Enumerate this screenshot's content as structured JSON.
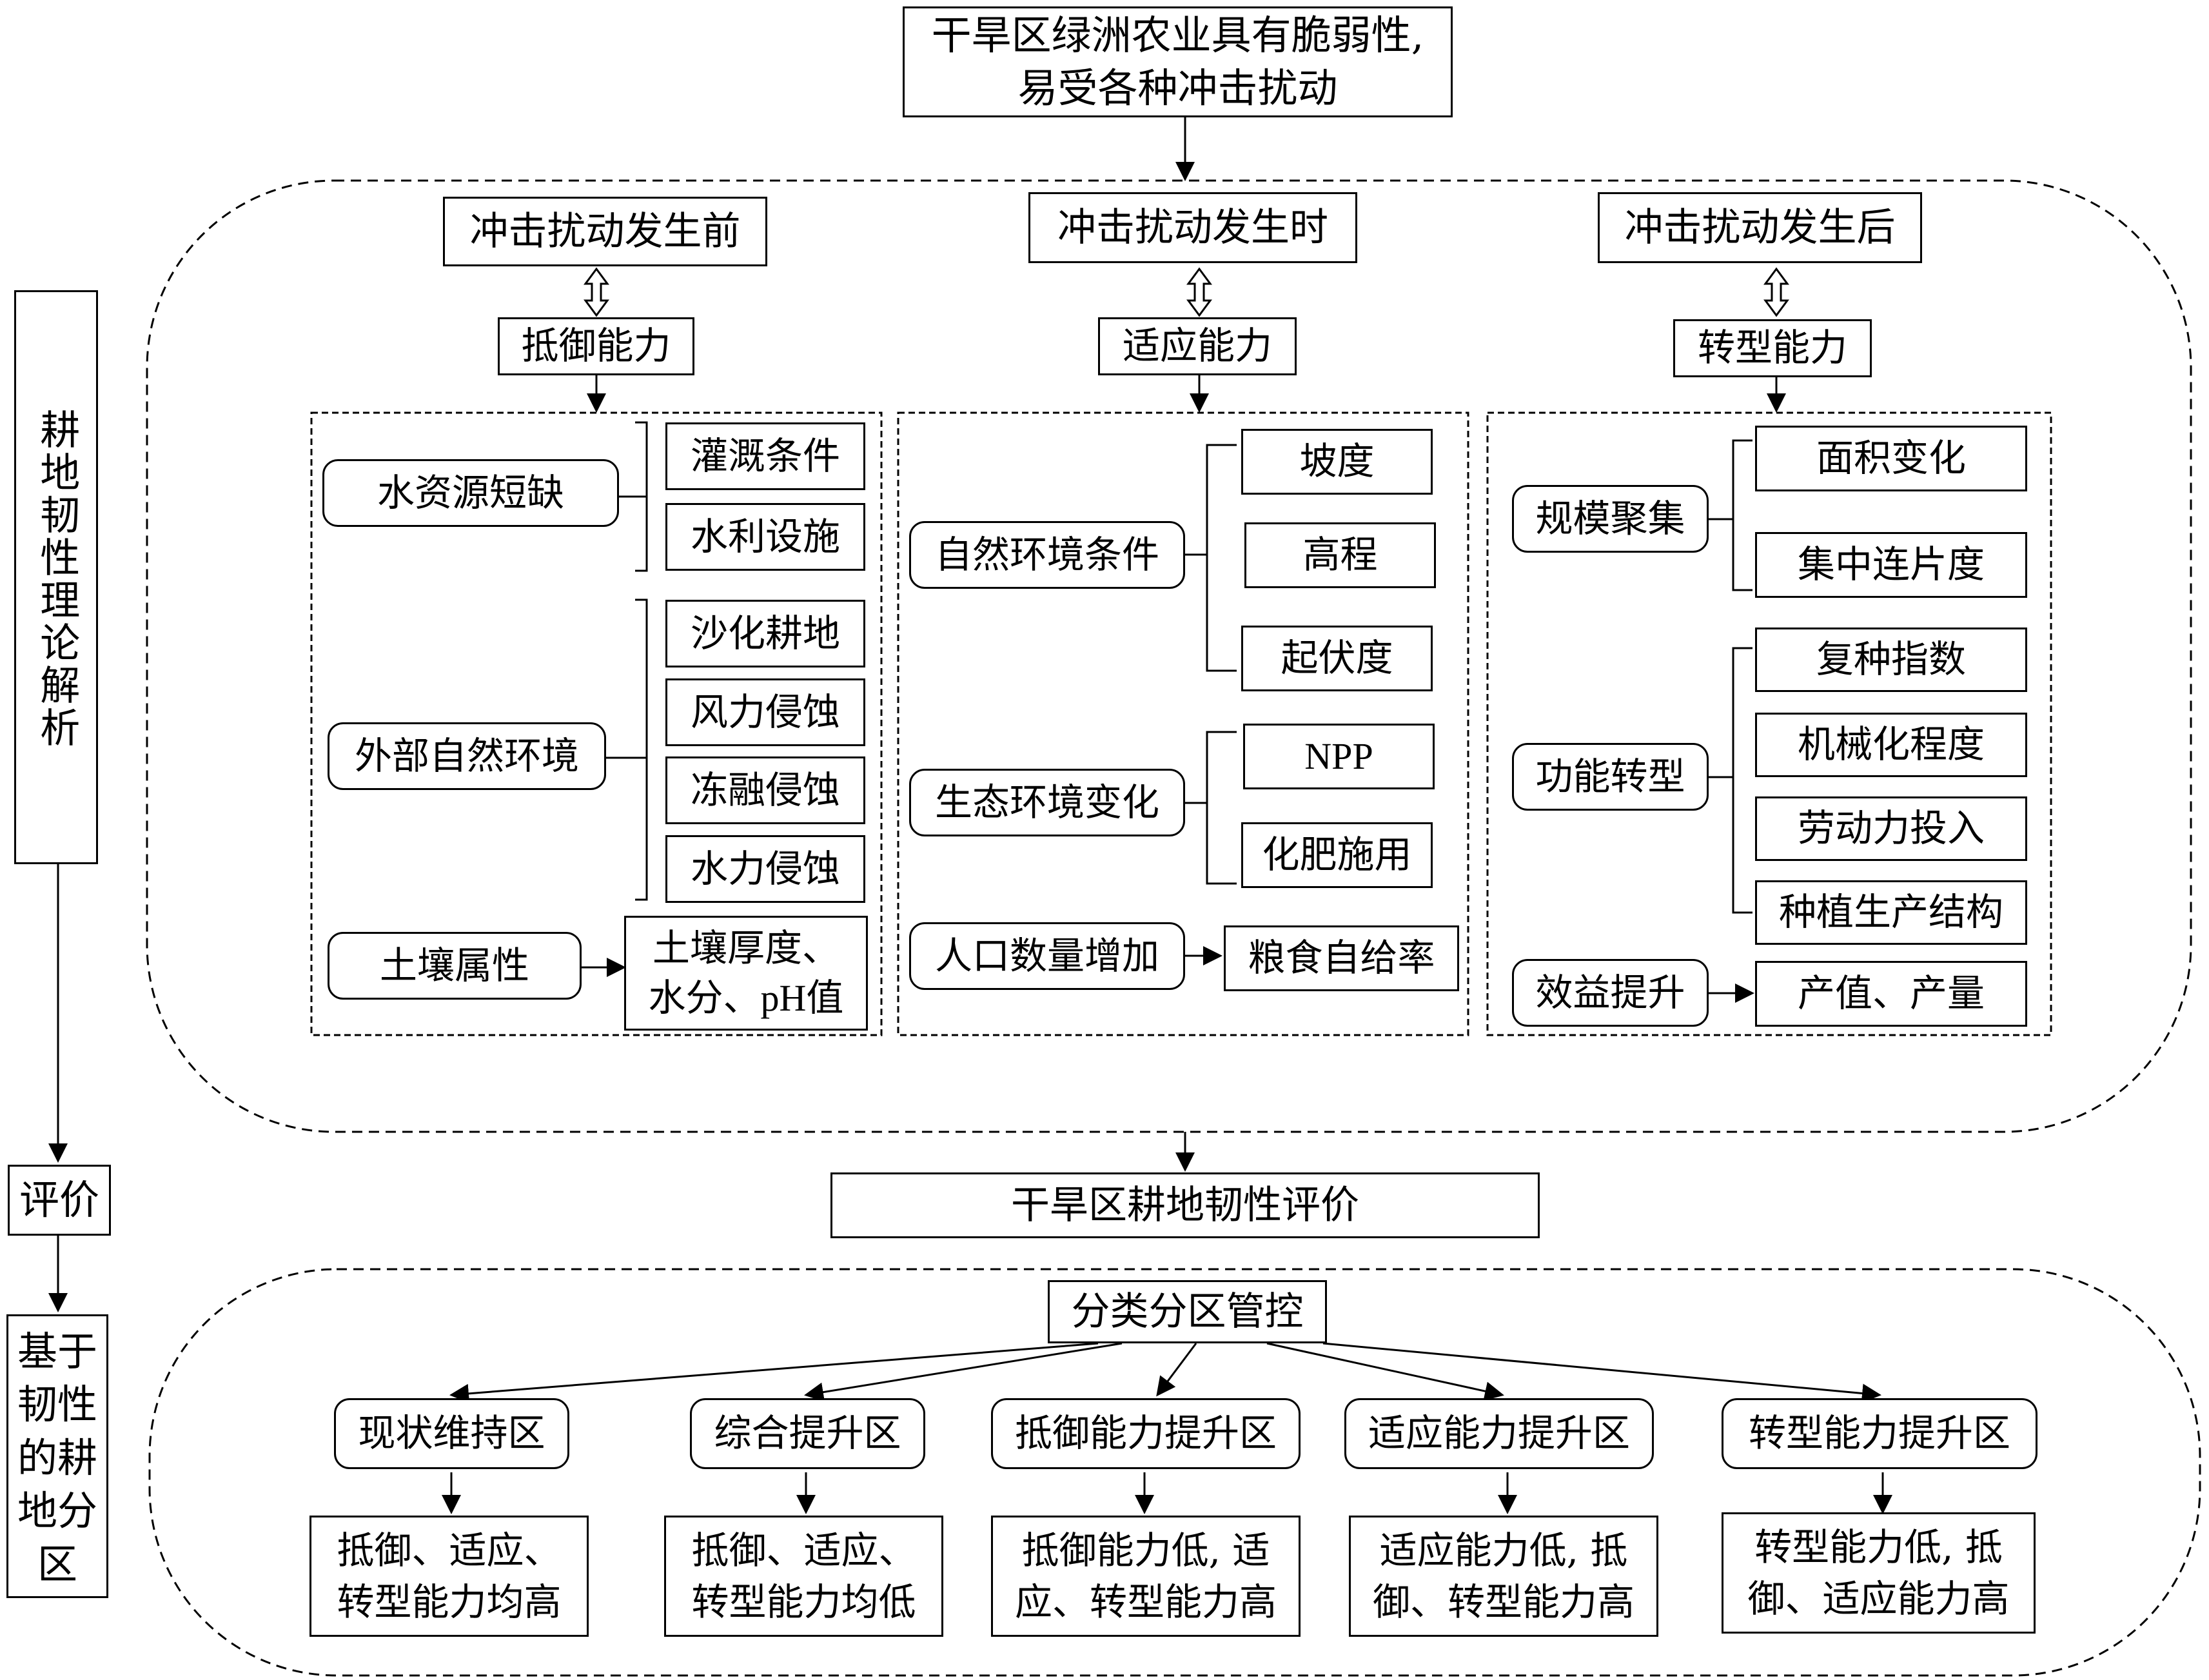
{
  "top": {
    "line1": "干旱区绿洲农业具有脆弱性,",
    "line2": "易受各种冲击扰动"
  },
  "side": {
    "theory": "耕地韧性理论解析",
    "eval": "评价",
    "zoning_l1": "基于",
    "zoning_l2": "韧性",
    "zoning_l3": "的耕",
    "zoning_l4": "地分",
    "zoning_l5": "区"
  },
  "stages": [
    {
      "phase": "冲击扰动发生前",
      "capacity": "抵御能力"
    },
    {
      "phase": "冲击扰动发生时",
      "capacity": "适应能力"
    },
    {
      "phase": "冲击扰动发生后",
      "capacity": "转型能力"
    }
  ],
  "resist": {
    "water": {
      "label": "水资源短缺",
      "items": [
        "灌溉条件",
        "水利设施"
      ]
    },
    "nature": {
      "label": "外部自然环境",
      "items": [
        "沙化耕地",
        "风力侵蚀",
        "冻融侵蚀",
        "水力侵蚀"
      ]
    },
    "soil": {
      "label": "土壤属性",
      "detail_l1": "土壤厚度、",
      "detail_l2": "水分、pH值"
    }
  },
  "adapt": {
    "natural": {
      "label": "自然环境条件",
      "items": [
        "坡度",
        "高程",
        "起伏度"
      ]
    },
    "eco": {
      "label": "生态环境变化",
      "items": [
        "NPP",
        "化肥施用"
      ]
    },
    "pop": {
      "label": "人口数量增加",
      "result": "粮食自给率"
    }
  },
  "transform": {
    "scale": {
      "label": "规模聚集",
      "items": [
        "面积变化",
        "集中连片度"
      ]
    },
    "func": {
      "label": "功能转型",
      "items": [
        "复种指数",
        "机械化程度",
        "劳动力投入",
        "种植生产结构"
      ]
    },
    "benefit": {
      "label": "效益提升",
      "result": "产值、产量"
    }
  },
  "evaluation": "干旱区耕地韧性评价",
  "management": "分类分区管控",
  "zones": [
    {
      "name": "现状维持区",
      "desc_l1": "抵御、适应、",
      "desc_l2": "转型能力均高"
    },
    {
      "name": "综合提升区",
      "desc_l1": "抵御、适应、",
      "desc_l2": "转型能力均低"
    },
    {
      "name": "抵御能力提升区",
      "desc_l1": "抵御能力低, 适",
      "desc_l2": "应、转型能力高"
    },
    {
      "name": "适应能力提升区",
      "desc_l1": "适应能力低, 抵",
      "desc_l2": "御、转型能力高"
    },
    {
      "name": "转型能力提升区",
      "desc_l1": "转型能力低, 抵",
      "desc_l2": "御、适应能力高"
    }
  ]
}
